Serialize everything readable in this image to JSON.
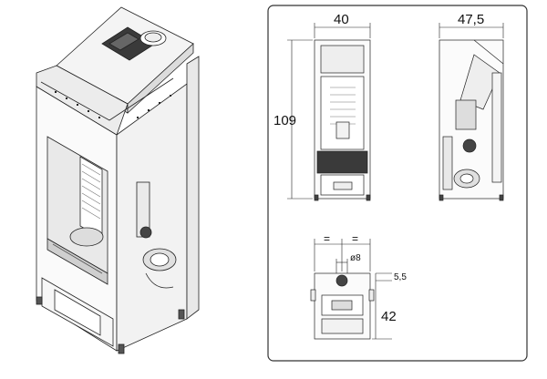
{
  "front_view": {
    "width_label": "40",
    "height_label": "109"
  },
  "side_view": {
    "depth_label": "47,5"
  },
  "top_view": {
    "equal_left": "=",
    "equal_right": "=",
    "flue_diameter_label": "ø8",
    "flue_offset_label": "5,5",
    "height_label": "42"
  },
  "colors": {
    "line": "#222222",
    "panel_border": "#333333",
    "background": "#ffffff"
  }
}
